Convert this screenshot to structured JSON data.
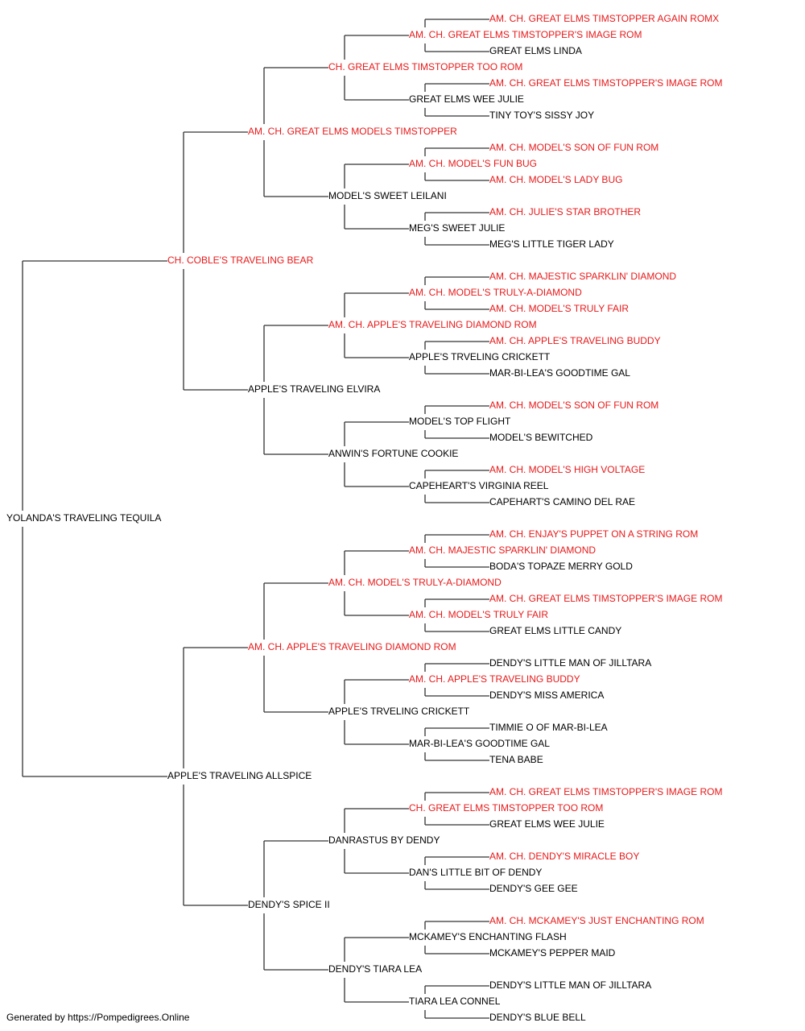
{
  "colors": {
    "champion": "#e8191a",
    "normal": "#000000",
    "line": "#333333"
  },
  "pedigree": {
    "name": "YOLANDA'S TRAVELING TEQUILA",
    "champion": false,
    "sire": {
      "name": "CH. COBLE'S TRAVELING BEAR",
      "champion": true,
      "sire": {
        "name": "AM. CH. GREAT ELMS MODELS TIMSTOPPER",
        "champion": true,
        "sire": {
          "name": "CH. GREAT ELMS TIMSTOPPER TOO ROM",
          "champion": true,
          "sire": {
            "name": "AM. CH. GREAT ELMS TIMSTOPPER'S IMAGE ROM",
            "champion": true,
            "sire": {
              "name": "AM. CH. GREAT ELMS TIMSTOPPER AGAIN ROMX",
              "champion": true
            },
            "dam": {
              "name": "GREAT ELMS LINDA",
              "champion": false
            }
          },
          "dam": {
            "name": "GREAT ELMS WEE JULIE",
            "champion": false,
            "sire": {
              "name": "AM. CH. GREAT ELMS TIMSTOPPER'S IMAGE ROM",
              "champion": true
            },
            "dam": {
              "name": "TINY TOY'S SISSY JOY",
              "champion": false
            }
          }
        },
        "dam": {
          "name": "MODEL'S SWEET LEILANI",
          "champion": false,
          "sire": {
            "name": "AM. CH. MODEL'S FUN BUG",
            "champion": true,
            "sire": {
              "name": "AM. CH. MODEL'S SON OF FUN ROM",
              "champion": true
            },
            "dam": {
              "name": "AM. CH. MODEL'S LADY BUG",
              "champion": true
            }
          },
          "dam": {
            "name": "MEG'S SWEET JULIE",
            "champion": false,
            "sire": {
              "name": "AM. CH. JULIE'S STAR BROTHER",
              "champion": true
            },
            "dam": {
              "name": "MEG'S LITTLE TIGER LADY",
              "champion": false
            }
          }
        }
      },
      "dam": {
        "name": "APPLE'S TRAVELING ELVIRA",
        "champion": false,
        "sire": {
          "name": "AM. CH. APPLE'S TRAVELING DIAMOND ROM",
          "champion": true,
          "sire": {
            "name": "AM. CH. MODEL'S TRULY-A-DIAMOND",
            "champion": true,
            "sire": {
              "name": "AM. CH. MAJESTIC SPARKLIN' DIAMOND",
              "champion": true
            },
            "dam": {
              "name": "AM. CH. MODEL'S TRULY FAIR",
              "champion": true
            }
          },
          "dam": {
            "name": "APPLE'S TRVELING CRICKETT",
            "champion": false,
            "sire": {
              "name": "AM. CH. APPLE'S TRAVELING BUDDY",
              "champion": true
            },
            "dam": {
              "name": "MAR-BI-LEA'S GOODTIME GAL",
              "champion": false
            }
          }
        },
        "dam": {
          "name": "ANWIN'S FORTUNE COOKIE",
          "champion": false,
          "sire": {
            "name": "MODEL'S TOP FLIGHT",
            "champion": false,
            "sire": {
              "name": "AM. CH. MODEL'S SON OF FUN ROM",
              "champion": true
            },
            "dam": {
              "name": "MODEL'S BEWITCHED",
              "champion": false
            }
          },
          "dam": {
            "name": "CAPEHEART'S VIRGINIA REEL",
            "champion": false,
            "sire": {
              "name": "AM. CH. MODEL'S HIGH VOLTAGE",
              "champion": true
            },
            "dam": {
              "name": "CAPEHART'S CAMINO DEL RAE",
              "champion": false
            }
          }
        }
      }
    },
    "dam": {
      "name": "APPLE'S TRAVELING ALLSPICE",
      "champion": false,
      "sire": {
        "name": "AM. CH. APPLE'S TRAVELING DIAMOND ROM",
        "champion": true,
        "sire": {
          "name": "AM. CH. MODEL'S TRULY-A-DIAMOND",
          "champion": true,
          "sire": {
            "name": "AM. CH. MAJESTIC SPARKLIN' DIAMOND",
            "champion": true,
            "sire": {
              "name": "AM. CH. ENJAY'S PUPPET ON A STRING ROM",
              "champion": true
            },
            "dam": {
              "name": "BODA'S TOPAZE MERRY GOLD",
              "champion": false
            }
          },
          "dam": {
            "name": "AM. CH. MODEL'S TRULY FAIR",
            "champion": true,
            "sire": {
              "name": "AM. CH. GREAT ELMS TIMSTOPPER'S IMAGE ROM",
              "champion": true
            },
            "dam": {
              "name": "GREAT ELMS LITTLE CANDY",
              "champion": false
            }
          }
        },
        "dam": {
          "name": "APPLE'S TRVELING CRICKETT",
          "champion": false,
          "sire": {
            "name": "AM. CH. APPLE'S TRAVELING BUDDY",
            "champion": true,
            "sire": {
              "name": "DENDY'S LITTLE MAN OF JILLTARA",
              "champion": false
            },
            "dam": {
              "name": "DENDY'S MISS AMERICA",
              "champion": false
            }
          },
          "dam": {
            "name": "MAR-BI-LEA'S GOODTIME GAL",
            "champion": false,
            "sire": {
              "name": "TIMMIE O OF MAR-BI-LEA",
              "champion": false
            },
            "dam": {
              "name": "TENA BABE",
              "champion": false
            }
          }
        }
      },
      "dam": {
        "name": "DENDY'S SPICE II",
        "champion": false,
        "sire": {
          "name": "DANRASTUS BY DENDY",
          "champion": false,
          "sire": {
            "name": "CH. GREAT ELMS TIMSTOPPER TOO ROM",
            "champion": true,
            "sire": {
              "name": "AM. CH. GREAT ELMS TIMSTOPPER'S IMAGE ROM",
              "champion": true
            },
            "dam": {
              "name": "GREAT ELMS WEE JULIE",
              "champion": false
            }
          },
          "dam": {
            "name": "DAN'S LITTLE BIT OF DENDY",
            "champion": false,
            "sire": {
              "name": "AM. CH. DENDY'S MIRACLE BOY",
              "champion": true
            },
            "dam": {
              "name": "DENDY'S GEE GEE",
              "champion": false
            }
          }
        },
        "dam": {
          "name": "DENDY'S TIARA LEA",
          "champion": false,
          "sire": {
            "name": "MCKAMEY'S ENCHANTING FLASH",
            "champion": false,
            "sire": {
              "name": "AM. CH. MCKAMEY'S JUST ENCHANTING ROM",
              "champion": true
            },
            "dam": {
              "name": "MCKAMEY'S PEPPER MAID",
              "champion": false
            }
          },
          "dam": {
            "name": "TIARA LEA CONNEL",
            "champion": false,
            "sire": {
              "name": "DENDY'S LITTLE MAN OF JILLTARA",
              "champion": false
            },
            "dam": {
              "name": "DENDY'S BLUE BELL",
              "champion": false
            }
          }
        }
      }
    }
  },
  "footer": "Generated by https://Pompedigrees.Online"
}
